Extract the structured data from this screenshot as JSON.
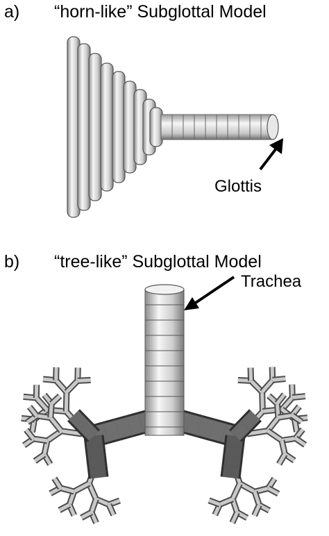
{
  "panels": [
    {
      "label": "a)",
      "title": "“horn-like” Subglottal Model",
      "annotation": "Glottis"
    },
    {
      "label": "b)",
      "title": "“tree-like” Subglottal Model",
      "annotation": "Trachea"
    }
  ],
  "colors": {
    "tube_light": "#f4f4f4",
    "tube_mid": "#bdbdbd",
    "tube_dark": "#6a6a6a",
    "bronchi_dark": "#4a4a4a",
    "arrow": "#000000"
  }
}
